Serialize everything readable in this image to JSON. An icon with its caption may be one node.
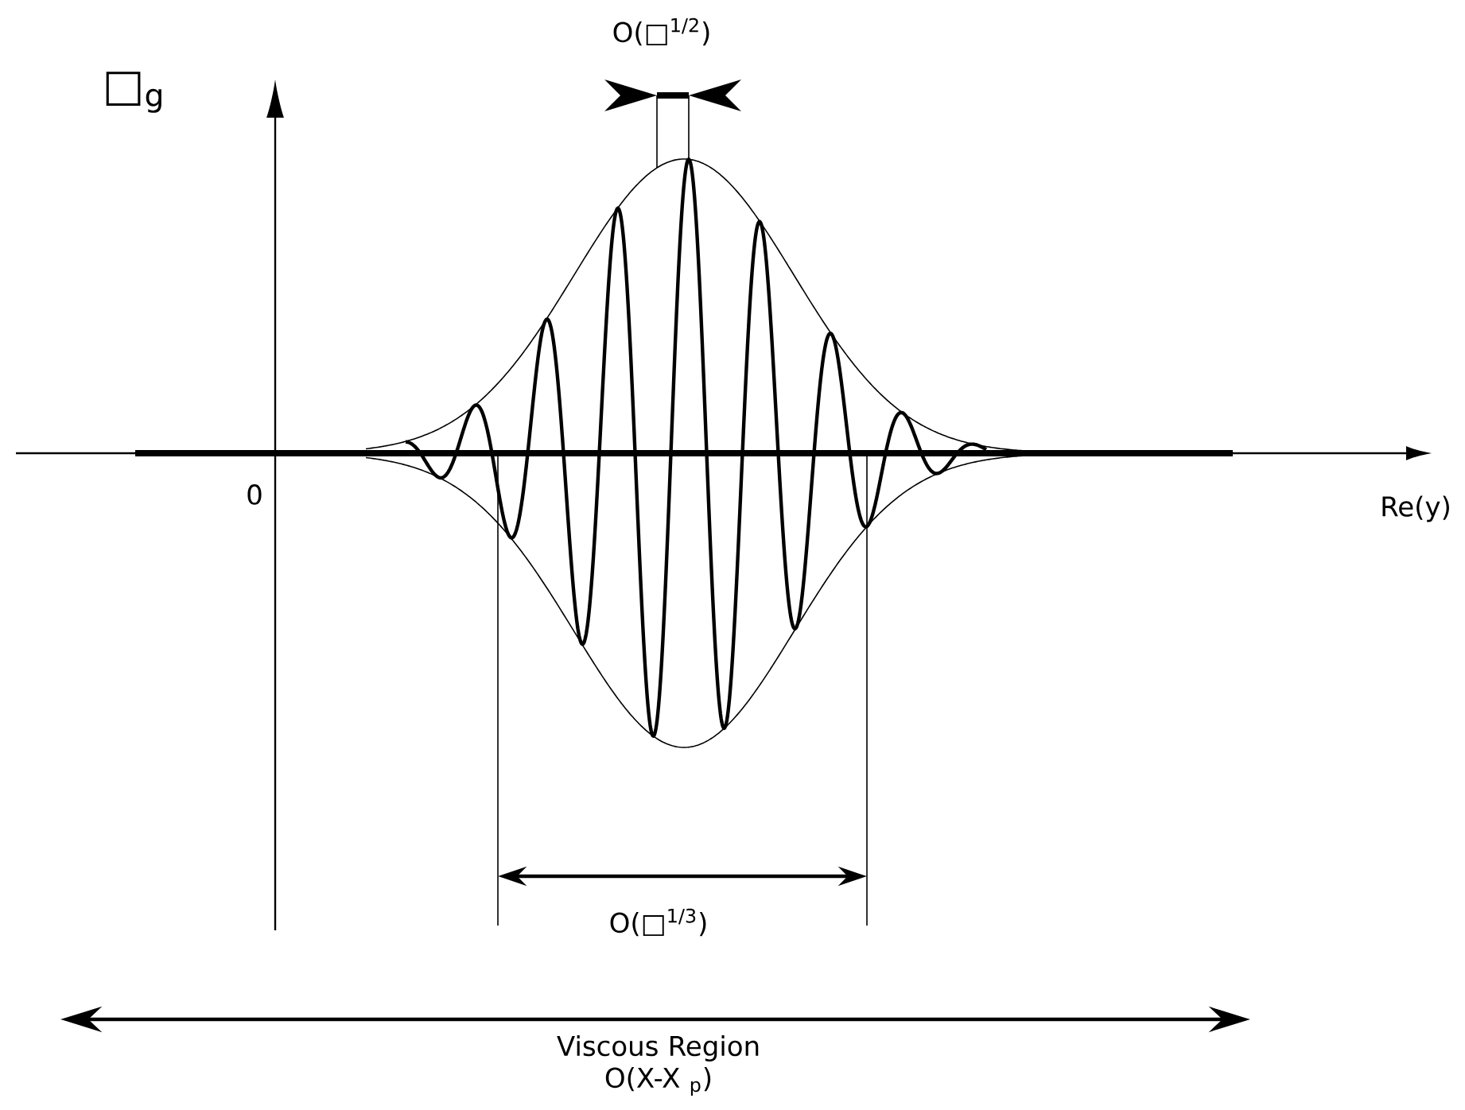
{
  "diagram": {
    "labels": [
      "□$_{g}$",
      "O(□$^{1/2}$)",
      "0",
      "Re(y)",
      "O(□$^{1/3}$)",
      "Viscous Region O(X-X $_{p}$)"
    ]
  }
}
